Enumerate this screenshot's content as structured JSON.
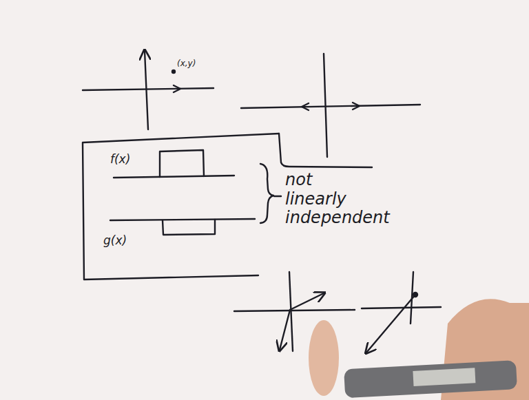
{
  "diagram": {
    "labels": [
      "(x,y)",
      "f(x)",
      "g(x)",
      "not linearly independent"
    ]
  }
}
